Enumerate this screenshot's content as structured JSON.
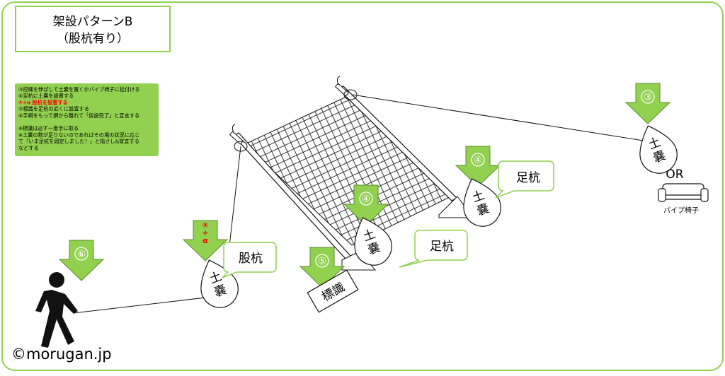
{
  "title": {
    "line1": "架設パターンB",
    "line2": "（股杭有り）"
  },
  "instructions": {
    "lines": [
      "③控縄を伸ばして土嚢を置くかパイプ椅子に括付ける",
      "④足杭に土嚢を設置する",
      "④+α 股杭を設置する",
      "⑤標識を足杭の近くに設置する",
      "⑥手綱をもって網から離れて「仮設完了」と宣言する",
      "",
      "※標識は必ず一度手に取る",
      "※土嚢の数が足りないのであればその場の状況に応じ",
      "て「いま足杭を固定しました！」と指さし&宣言する",
      "などする"
    ],
    "highlight_index": 2
  },
  "steps": {
    "s3": "③",
    "s4a": "④",
    "s4b": "④",
    "s5": "⑤",
    "s6": "⑥",
    "s4alpha": [
      "④",
      "+",
      "α"
    ]
  },
  "labels": {
    "ashi1": "足杭",
    "ashi2": "足杭",
    "mata": "股杭",
    "hyoshiki": "標識",
    "or": "OR",
    "chair": "パイプ椅子"
  },
  "sandbag_text": [
    "土",
    "嚢"
  ],
  "copyright": "©morugan.jp",
  "colors": {
    "border": "#92d050",
    "arrow": "#92d050",
    "arrow_stroke": "#5e8e2e",
    "note_bg": "#92d050",
    "highlight": "#ff0000"
  }
}
